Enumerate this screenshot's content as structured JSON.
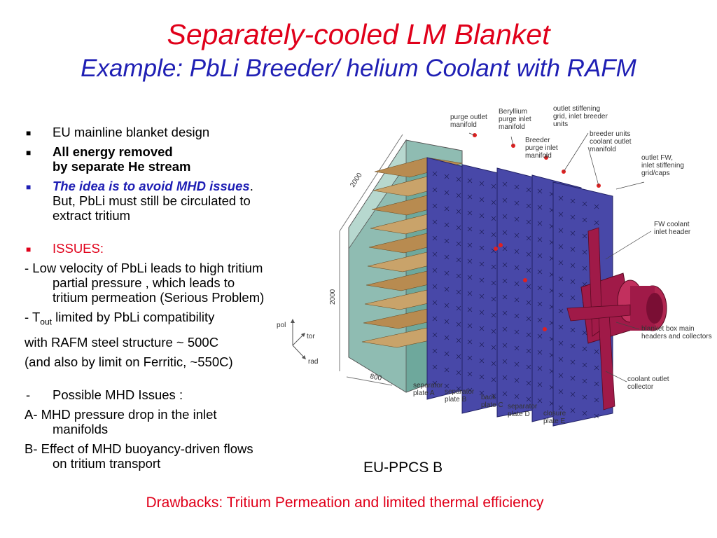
{
  "title": {
    "line1": "Separately-cooled LM Blanket",
    "line2": "Example: PbLi Breeder/ helium Coolant with RAFM"
  },
  "bullets": {
    "b1": "EU mainline blanket design",
    "b2_line1": "All energy removed",
    "b2_line2": "by separate He stream",
    "b3_em": "The idea is to avoid MHD issues",
    "b3_dot": ".",
    "b3_rest1": "But, PbLi must still be circulated to",
    "b3_rest2": "extract tritium",
    "issues": "ISSUES:",
    "issue1_l1": "- Low velocity of PbLi leads to high tritium",
    "issue1_l2": "partial pressure , which leads to",
    "issue1_l3": "tritium permeation (Serious Problem)",
    "tout_prefix": "- T",
    "tout_sub": "out",
    "tout_rest": " limited by PbLi compatibility",
    "rafm": "with RAFM steel structure ~ 500C",
    "ferritic": "(and also by limit on Ferritic, ~550C)",
    "mhd_dash": "-",
    "mhd": "Possible MHD Issues :",
    "a_l1": "A- MHD pressure drop in the inlet",
    "a_l2": "manifolds",
    "b_l1": "B- Effect of MHD buoyancy-driven flows",
    "b_l2": "on tritium transport"
  },
  "axes": {
    "pol": "pol",
    "tor": "tor",
    "rad": "rad"
  },
  "figure": {
    "dim_2000_top": "2000",
    "dim_2000_side": "2000",
    "dim_800": "800",
    "labels": {
      "purge_outlet": [
        "purge outlet",
        "manifold"
      ],
      "beryllium": [
        "Beryllium",
        "purge inlet",
        "manifold"
      ],
      "outlet_stiff": [
        "outlet stiffening",
        "grid, inlet breeder",
        "units"
      ],
      "breeder_purge": [
        "Breeder",
        "purge inlet",
        "manifold"
      ],
      "breeder_units": [
        "breeder units",
        "coolant outlet",
        "manifold"
      ],
      "outlet_fw": [
        "outlet FW,",
        "inlet stiffening",
        "grid/caps"
      ],
      "fw_coolant": [
        "FW coolant",
        "inlet header"
      ],
      "blanket_box": [
        "blanket box main",
        "headers and collectors"
      ],
      "coolant_outlet": [
        "coolant outlet",
        "collector"
      ],
      "sep_a": [
        "separator",
        "plate A"
      ],
      "sep_b": [
        "separator",
        "plate B"
      ],
      "back_c": [
        "back",
        "plate C"
      ],
      "sep_d": [
        "separator",
        "plate D"
      ],
      "closure_e": [
        "closure",
        "plate E"
      ]
    }
  },
  "caption": "EU-PPCS B",
  "footer": "Drawbacks: Tritium Permeation and limited thermal efficiency",
  "colors": {
    "red": "#e0001a",
    "blue": "#1f1fb4",
    "plate": "#4848a8",
    "box": "#9fc6bd",
    "header": "#a01a48"
  }
}
